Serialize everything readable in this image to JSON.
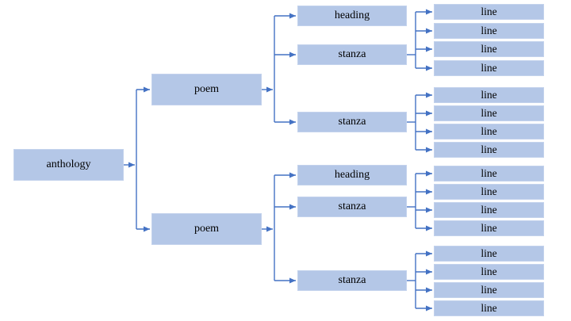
{
  "figure": {
    "type": "tree-diagram",
    "description": "Document structure tree: anthology to poems to headings/stanzas to lines"
  },
  "colors": {
    "box_fill": "#b4c7e7",
    "box_border": "#c3d2ec",
    "connector": "#4472c4",
    "text": "#000000",
    "bg": "#ffffff"
  },
  "tree": {
    "root": {
      "label": "anthology"
    },
    "poems": [
      {
        "label": "poem",
        "children": [
          {
            "label": "heading"
          },
          {
            "label": "stanza",
            "lines": [
              "line",
              "line",
              "line",
              "line"
            ]
          },
          {
            "label": "stanza",
            "lines": [
              "line",
              "line",
              "line",
              "line"
            ]
          }
        ]
      },
      {
        "label": "poem",
        "children": [
          {
            "label": "heading"
          },
          {
            "label": "stanza",
            "lines": [
              "line",
              "line",
              "line",
              "line"
            ]
          },
          {
            "label": "stanza",
            "lines": [
              "line",
              "line",
              "line",
              "line"
            ]
          }
        ]
      }
    ]
  }
}
